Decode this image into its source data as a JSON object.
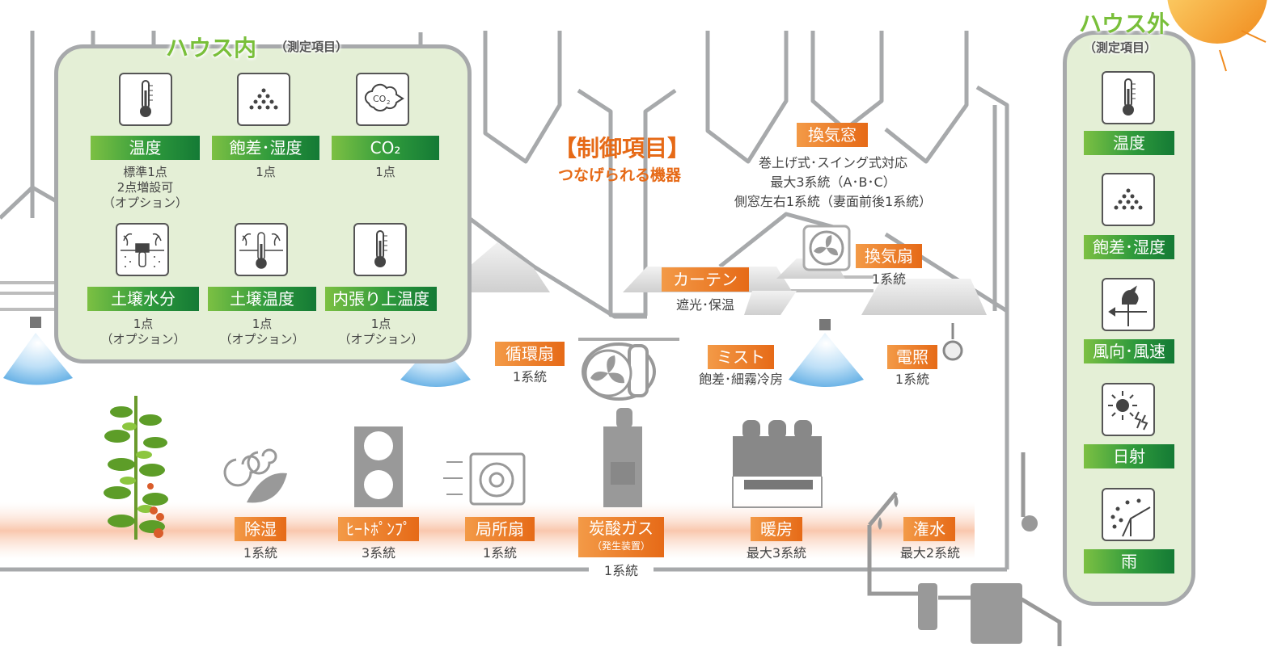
{
  "inside_panel": {
    "title": "ハウス内",
    "subtitle": "（測定項目）",
    "sensors": [
      {
        "label": "温度",
        "note_lines": [
          "標準1点",
          "2点増設可",
          "（オプション）"
        ],
        "icon": "thermometer-icon"
      },
      {
        "label": "飽差･湿度",
        "note_lines": [
          "1点"
        ],
        "icon": "humidity-dots-icon"
      },
      {
        "label": "CO₂",
        "note_lines": [
          "1点"
        ],
        "icon": "co2-cloud-icon"
      },
      {
        "label": "土壌水分",
        "note_lines": [
          "1点",
          "（オプション）"
        ],
        "icon": "soil-moisture-icon"
      },
      {
        "label": "土壌温度",
        "note_lines": [
          "1点",
          "（オプション）"
        ],
        "icon": "soil-thermometer-icon"
      },
      {
        "label": "内張り上温度",
        "note_lines": [
          "1点",
          "（オプション）"
        ],
        "icon": "thermometer-icon"
      }
    ]
  },
  "outside_panel": {
    "title": "ハウス外",
    "subtitle": "（測定項目）",
    "sensors": [
      {
        "label": "温度",
        "icon": "thermometer-icon"
      },
      {
        "label": "飽差･湿度",
        "icon": "humidity-dots-icon"
      },
      {
        "label": "風向･風速",
        "icon": "weathervane-icon"
      },
      {
        "label": "日射",
        "icon": "sun-radiation-icon"
      },
      {
        "label": "雨",
        "icon": "rain-sensor-icon"
      }
    ]
  },
  "control": {
    "title": "【制御項目】",
    "subtitle": "つなげられる機器"
  },
  "devices": {
    "window": {
      "label": "換気窓",
      "lines": [
        "巻上げ式･スイング式対応",
        "最大3系統（A･B･C）",
        "側窓左右1系統（妻面前後1系統）"
      ]
    },
    "fan": {
      "label": "換気扇",
      "note": "1系統"
    },
    "curtain": {
      "label": "カーテン",
      "note": "遮光･保温"
    },
    "circulator": {
      "label": "循環扇",
      "note": "1系統"
    },
    "mist": {
      "label": "ミスト",
      "note": "飽差･細霧冷房"
    },
    "lighting": {
      "label": "電照",
      "note": "1系統"
    },
    "dehumidifier": {
      "label": "除湿",
      "note": "1系統"
    },
    "heatpump": {
      "label": "ﾋｰﾄﾎﾟﾝﾌﾟ",
      "note": "3系統"
    },
    "localfan": {
      "label": "局所扇",
      "note": "1系統"
    },
    "co2gen": {
      "label": "炭酸ガス",
      "sub": "（発生装置）",
      "note": "1系統"
    },
    "heater": {
      "label": "暖房",
      "note": "最大3系統"
    },
    "irrigation": {
      "label": "潅水",
      "note": "最大2系統"
    }
  },
  "colors": {
    "green_label": "#2f9a3c",
    "orange_label": "#e66a17",
    "panel_bg": "#e4efd6",
    "structure_gray": "#a7a9ab",
    "floor_band": "#fbd7c4"
  }
}
